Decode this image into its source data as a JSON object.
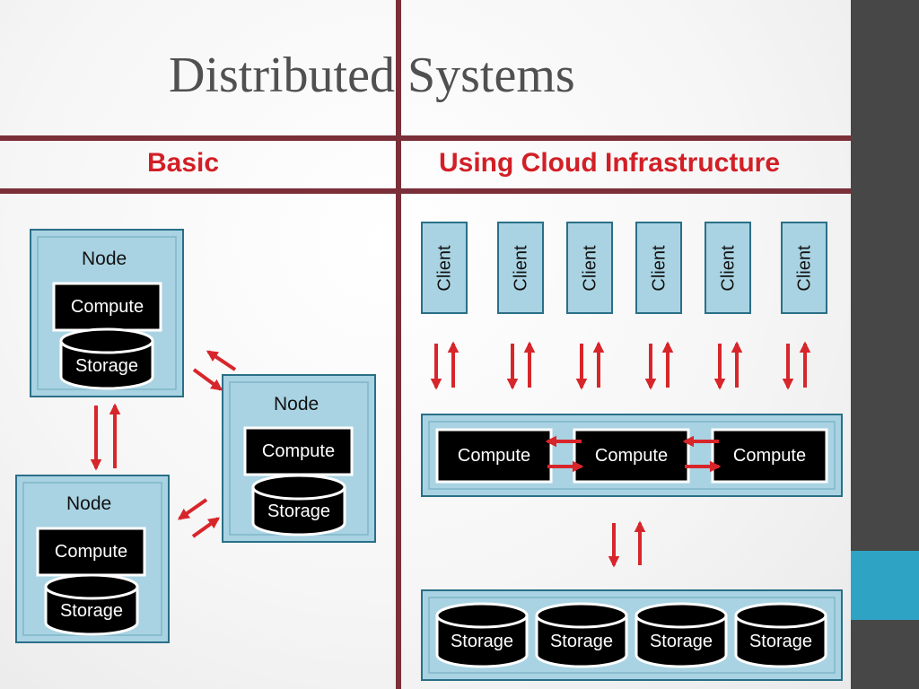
{
  "slide": {
    "title": "Distributed Systems"
  },
  "sections": {
    "basic": "Basic",
    "cloud": "Using Cloud Infrastructure"
  },
  "basic": {
    "nodes": [
      {
        "label": "Node",
        "compute": "Compute",
        "storage": "Storage"
      },
      {
        "label": "Node",
        "compute": "Compute",
        "storage": "Storage"
      },
      {
        "label": "Node",
        "compute": "Compute",
        "storage": "Storage"
      }
    ]
  },
  "cloud": {
    "clients": [
      "Client",
      "Client",
      "Client",
      "Client",
      "Client",
      "Client"
    ],
    "compute": [
      "Compute",
      "Compute",
      "Compute"
    ],
    "storage": [
      "Storage",
      "Storage",
      "Storage",
      "Storage"
    ]
  },
  "colors": {
    "divider": "#7a2f39",
    "arrow": "#d7262b",
    "box_fill": "#a9d3e2",
    "box_border": "#2a6f87",
    "title_text": "#505050",
    "section_text": "#d21f26",
    "sidebar": "#474747",
    "sidebar_accent": "#2fa3c4"
  }
}
